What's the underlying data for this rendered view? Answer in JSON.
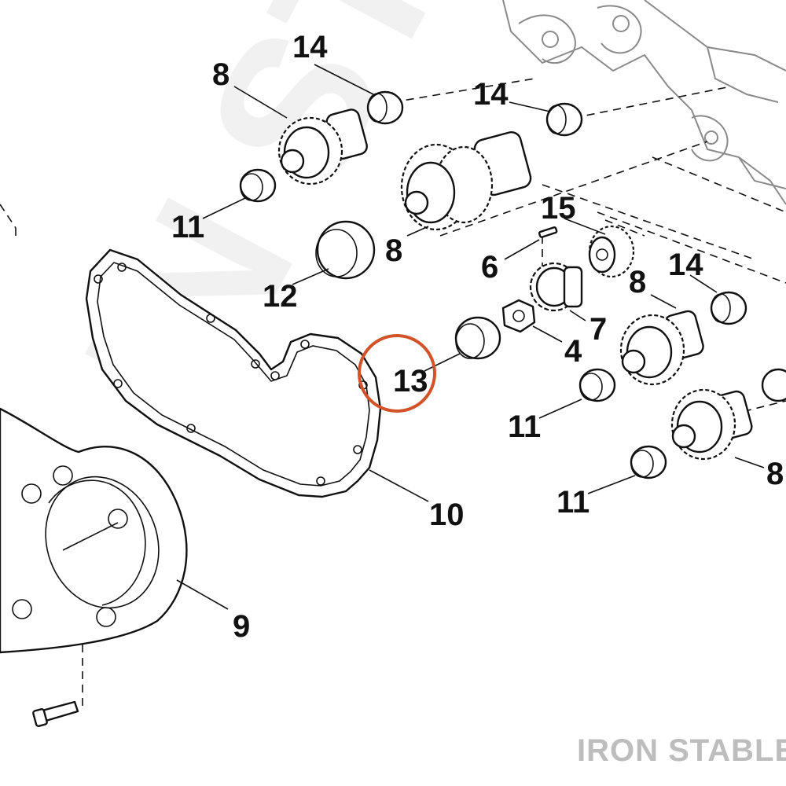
{
  "brand": {
    "text": "IRON STABLE",
    "color": "#bdbdbd"
  },
  "highlight": {
    "label": "13",
    "color": "#d2522a"
  },
  "callouts": [
    {
      "name": "callout-14-a",
      "label": "14"
    },
    {
      "name": "callout-8-a",
      "label": "8"
    },
    {
      "name": "callout-14-b",
      "label": "14"
    },
    {
      "name": "callout-11-a",
      "label": "11"
    },
    {
      "name": "callout-15",
      "label": "15"
    },
    {
      "name": "callout-8-b",
      "label": "8"
    },
    {
      "name": "callout-6",
      "label": "6"
    },
    {
      "name": "callout-12",
      "label": "12"
    },
    {
      "name": "callout-14-c",
      "label": "14"
    },
    {
      "name": "callout-8-c",
      "label": "8"
    },
    {
      "name": "callout-7",
      "label": "7"
    },
    {
      "name": "callout-4",
      "label": "4"
    },
    {
      "name": "callout-11-b",
      "label": "11"
    },
    {
      "name": "callout-8-d",
      "label": "8"
    },
    {
      "name": "callout-11-c",
      "label": "11"
    },
    {
      "name": "callout-10",
      "label": "10"
    },
    {
      "name": "callout-9",
      "label": "9"
    }
  ]
}
